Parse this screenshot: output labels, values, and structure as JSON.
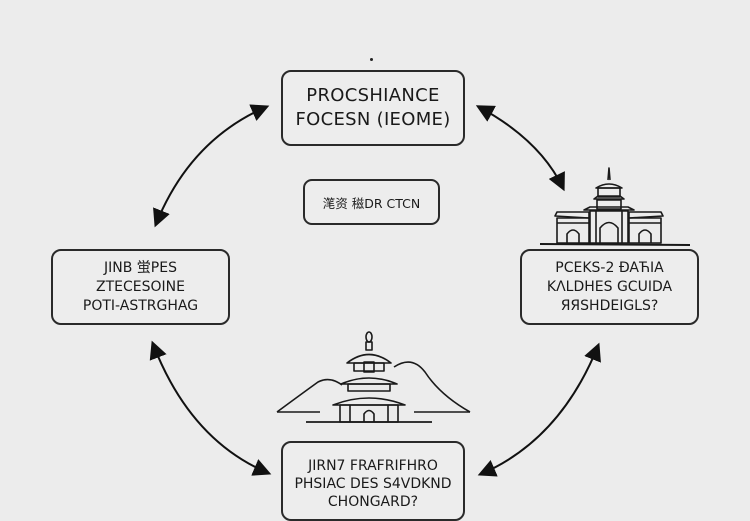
{
  "diagram": {
    "type": "cycle",
    "nodes": {
      "top": {
        "lines": [
          "PROCSHIANCE",
          "FOCESN (IEOME)"
        ]
      },
      "center": {
        "lines": [
          "滗资 稵DR CTCN"
        ]
      },
      "left": {
        "lines": [
          "JINB 蛍PES",
          "ZTECESOINE",
          "POTI-ASTRGHAG"
        ]
      },
      "right": {
        "lines": [
          "PCEKS-2 ÐAЋIA",
          "KΛLDHES GCUIDA",
          "ЯЯSHDEIGLS?"
        ]
      },
      "bottom": {
        "lines": [
          "JIRN7 FRAFRIFHRO",
          "PHSIAC DES S4VDKND",
          "CHONGARD?"
        ]
      }
    },
    "edges": [
      {
        "from": "left",
        "to": "top",
        "direction": "bidirectional"
      },
      {
        "from": "top",
        "to": "right",
        "direction": "bidirectional"
      },
      {
        "from": "right",
        "to": "bottom",
        "direction": "bidirectional"
      },
      {
        "from": "bottom",
        "to": "left",
        "direction": "bidirectional"
      }
    ],
    "illustrations": [
      {
        "name": "gate-temple-illustration",
        "near": "right"
      },
      {
        "name": "pagoda-mountains-illustration",
        "near": "bottom"
      }
    ],
    "colors": {
      "background": "#ececec",
      "stroke": "#1a1a1a"
    }
  }
}
